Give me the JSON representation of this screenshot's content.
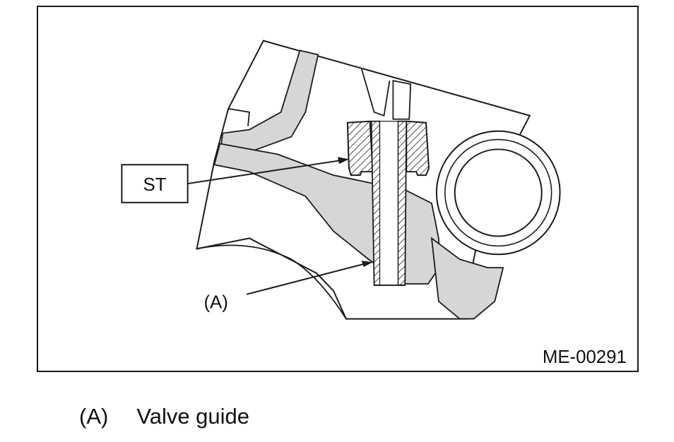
{
  "figure": {
    "st_label": "ST",
    "a_label": "(A)",
    "code": "ME-00291"
  },
  "legend": [
    {
      "key": "(A)",
      "text": "Valve guide"
    }
  ]
}
